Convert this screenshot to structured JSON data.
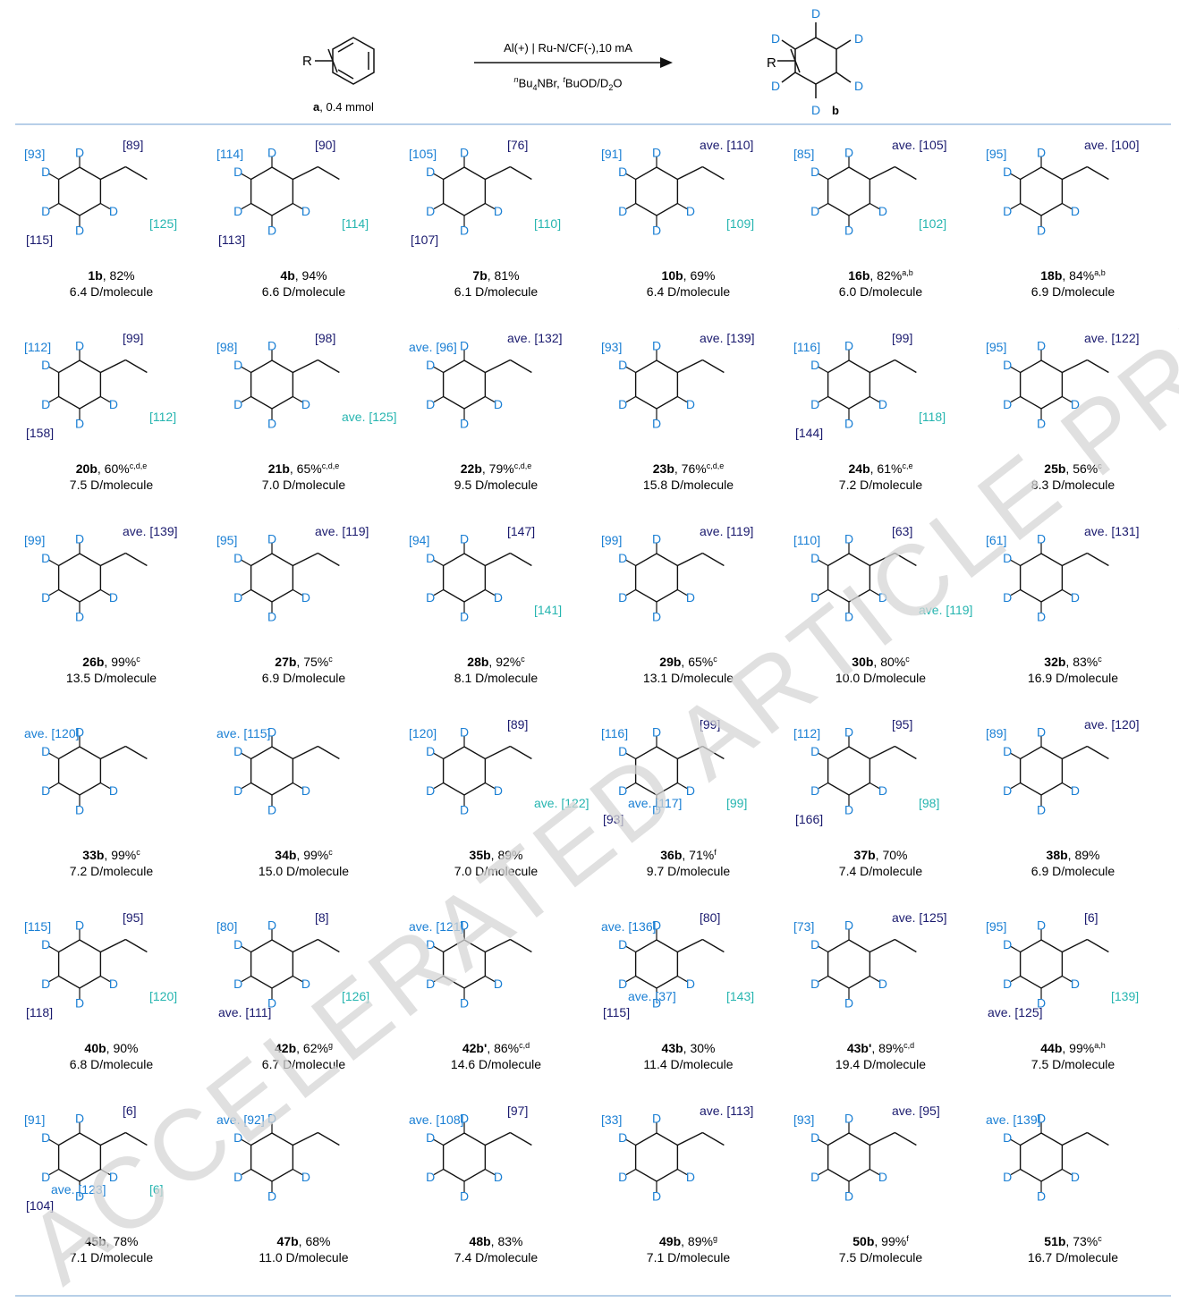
{
  "scheme": {
    "start_label_bold": "a",
    "start_label_rest": ", 0.4 mmol",
    "product_label": "b",
    "r_group": "R",
    "condition_top": "Al(+) | Ru-N/CF(-),10 mA",
    "condition_bottom": "nBu4NBr, tBuOD/D2O"
  },
  "colors": {
    "deuterium": "#1a7fd4",
    "dark_label": "#1a1a6e",
    "teal_label": "#26b5b0",
    "rule": "#b7cfe8",
    "watermark": "#d0d0d0"
  },
  "watermark": "ACCELERATED ARTICLE PREVIEW",
  "compounds": [
    {
      "id": "1b",
      "yield": "82%",
      "notes": "",
      "dpm": "6.4 D/molecule",
      "labels": [
        "[93]",
        "[89]",
        "[125]",
        "[115]"
      ]
    },
    {
      "id": "4b",
      "yield": "94%",
      "notes": "",
      "dpm": "6.6 D/molecule",
      "labels": [
        "[114]",
        "[90]",
        "[114]",
        "[113]"
      ]
    },
    {
      "id": "7b",
      "yield": "81%",
      "notes": "",
      "dpm": "6.1 D/molecule",
      "labels": [
        "[105]",
        "[76]",
        "[110]",
        "[107]"
      ]
    },
    {
      "id": "10b",
      "yield": "69%",
      "notes": "",
      "dpm": "6.4 D/molecule",
      "labels": [
        "[91]",
        "ave. [110]",
        "[109]"
      ]
    },
    {
      "id": "16b",
      "yield": "82%",
      "notes": "a,b",
      "dpm": "6.0 D/molecule",
      "labels": [
        "[85]",
        "ave. [105]",
        "[102]"
      ]
    },
    {
      "id": "18b",
      "yield": "84%",
      "notes": "a,b",
      "dpm": "6.9 D/molecule",
      "labels": [
        "[95]",
        "ave. [100]"
      ]
    },
    {
      "id": "20b",
      "yield": "60%",
      "notes": "c,d,e",
      "dpm": "7.5 D/molecule",
      "labels": [
        "[112]",
        "[99]",
        "[112]",
        "[158]"
      ]
    },
    {
      "id": "21b",
      "yield": "65%",
      "notes": "c,d,e",
      "dpm": "7.0 D/molecule",
      "labels": [
        "[98]",
        "[98]",
        "ave. [125]"
      ]
    },
    {
      "id": "22b",
      "yield": "79%",
      "notes": "c,d,e",
      "dpm": "9.5 D/molecule",
      "labels": [
        "ave. [96]",
        "ave. [132]"
      ]
    },
    {
      "id": "23b",
      "yield": "76%",
      "notes": "c,d,e",
      "dpm": "15.8 D/molecule",
      "labels": [
        "[93]",
        "ave. [139]"
      ]
    },
    {
      "id": "24b",
      "yield": "61%",
      "notes": "c,e",
      "dpm": "7.2 D/molecule",
      "labels": [
        "[116]",
        "[99]",
        "[118]",
        "[144]"
      ]
    },
    {
      "id": "25b",
      "yield": "56%",
      "notes": "c",
      "dpm": "8.3 D/molecule",
      "labels": [
        "[95]",
        "ave. [122]"
      ]
    },
    {
      "id": "26b",
      "yield": "99%",
      "notes": "c",
      "dpm": "13.5 D/molecule",
      "labels": [
        "[99]",
        "ave. [139]"
      ]
    },
    {
      "id": "27b",
      "yield": "75%",
      "notes": "c",
      "dpm": "6.9 D/molecule",
      "labels": [
        "[95]",
        "ave. [119]"
      ]
    },
    {
      "id": "28b",
      "yield": "92%",
      "notes": "c",
      "dpm": "8.1 D/molecule",
      "labels": [
        "[94]",
        "[147]",
        "[141]"
      ]
    },
    {
      "id": "29b",
      "yield": "65%",
      "notes": "c",
      "dpm": "13.1 D/molecule",
      "labels": [
        "[99]",
        "ave. [119]"
      ]
    },
    {
      "id": "30b",
      "yield": "80%",
      "notes": "c",
      "dpm": "10.0 D/molecule",
      "labels": [
        "[110]",
        "[63]",
        "ave. [119]"
      ]
    },
    {
      "id": "32b",
      "yield": "83%",
      "notes": "c",
      "dpm": "16.9 D/molecule",
      "labels": [
        "[61]",
        "ave. [131]"
      ]
    },
    {
      "id": "33b",
      "yield": "99%",
      "notes": "c",
      "dpm": "7.2 D/molecule",
      "labels": [
        "ave. [120]"
      ]
    },
    {
      "id": "34b",
      "yield": "99%",
      "notes": "c",
      "dpm": "15.0 D/molecule",
      "labels": [
        "ave. [115]"
      ]
    },
    {
      "id": "35b",
      "yield": "89%",
      "notes": "",
      "dpm": "7.0 D/molecule",
      "labels": [
        "[120]",
        "[89]",
        "ave. [122]"
      ]
    },
    {
      "id": "36b",
      "yield": "71%",
      "notes": "f",
      "dpm": "9.7 D/molecule",
      "labels": [
        "[116]",
        "[99]",
        "[99]",
        "[93]",
        "ave. [117]"
      ]
    },
    {
      "id": "37b",
      "yield": "70%",
      "notes": "",
      "dpm": "7.4 D/molecule",
      "labels": [
        "[112]",
        "[95]",
        "[98]",
        "[166]"
      ]
    },
    {
      "id": "38b",
      "yield": "89%",
      "notes": "",
      "dpm": "6.9 D/molecule",
      "labels": [
        "[89]",
        "ave. [120]"
      ]
    },
    {
      "id": "40b",
      "yield": "90%",
      "notes": "",
      "dpm": "6.8 D/molecule",
      "labels": [
        "[115]",
        "[95]",
        "[120]",
        "[118]"
      ]
    },
    {
      "id": "42b",
      "yield": "62%",
      "notes": "g",
      "dpm": "6.7 D/molecule",
      "labels": [
        "[80]",
        "[8]",
        "[126]",
        "ave. [111]"
      ]
    },
    {
      "id": "42b'",
      "yield": "86%",
      "notes": "c,d",
      "dpm": "14.6 D/molecule",
      "labels": [
        "ave. [121]"
      ]
    },
    {
      "id": "43b",
      "yield": "30%",
      "notes": "",
      "dpm": "11.4 D/molecule",
      "labels": [
        "ave. [136]",
        "[80]",
        "[143]",
        "[115]",
        "ave. [37]"
      ]
    },
    {
      "id": "43b'",
      "yield": "89%",
      "notes": "c,d",
      "dpm": "19.4 D/molecule",
      "labels": [
        "[73]",
        "ave. [125]"
      ]
    },
    {
      "id": "44b",
      "yield": "99%",
      "notes": "a,h",
      "dpm": "7.5 D/molecule",
      "labels": [
        "[95]",
        "[6]",
        "[139]",
        "ave. [125]"
      ]
    },
    {
      "id": "45b",
      "yield": "78%",
      "notes": "",
      "dpm": "7.1 D/molecule",
      "labels": [
        "[91]",
        "[6]",
        "[6]",
        "[104]",
        "ave. [123]"
      ]
    },
    {
      "id": "47b",
      "yield": "68%",
      "notes": "",
      "dpm": "11.0 D/molecule",
      "labels": [
        "ave. [92]"
      ]
    },
    {
      "id": "48b",
      "yield": "83%",
      "notes": "",
      "dpm": "7.4 D/molecule",
      "labels": [
        "ave. [108]",
        "[97]"
      ]
    },
    {
      "id": "49b",
      "yield": "89%",
      "notes": "g",
      "dpm": "7.1 D/molecule",
      "labels": [
        "[33]",
        "ave. [113]"
      ]
    },
    {
      "id": "50b",
      "yield": "99%",
      "notes": "f",
      "dpm": "7.5 D/molecule",
      "labels": [
        "[93]",
        "ave. [95]"
      ]
    },
    {
      "id": "51b",
      "yield": "73%",
      "notes": "c",
      "dpm": "16.7 D/molecule",
      "labels": [
        "ave. [139]"
      ]
    }
  ]
}
